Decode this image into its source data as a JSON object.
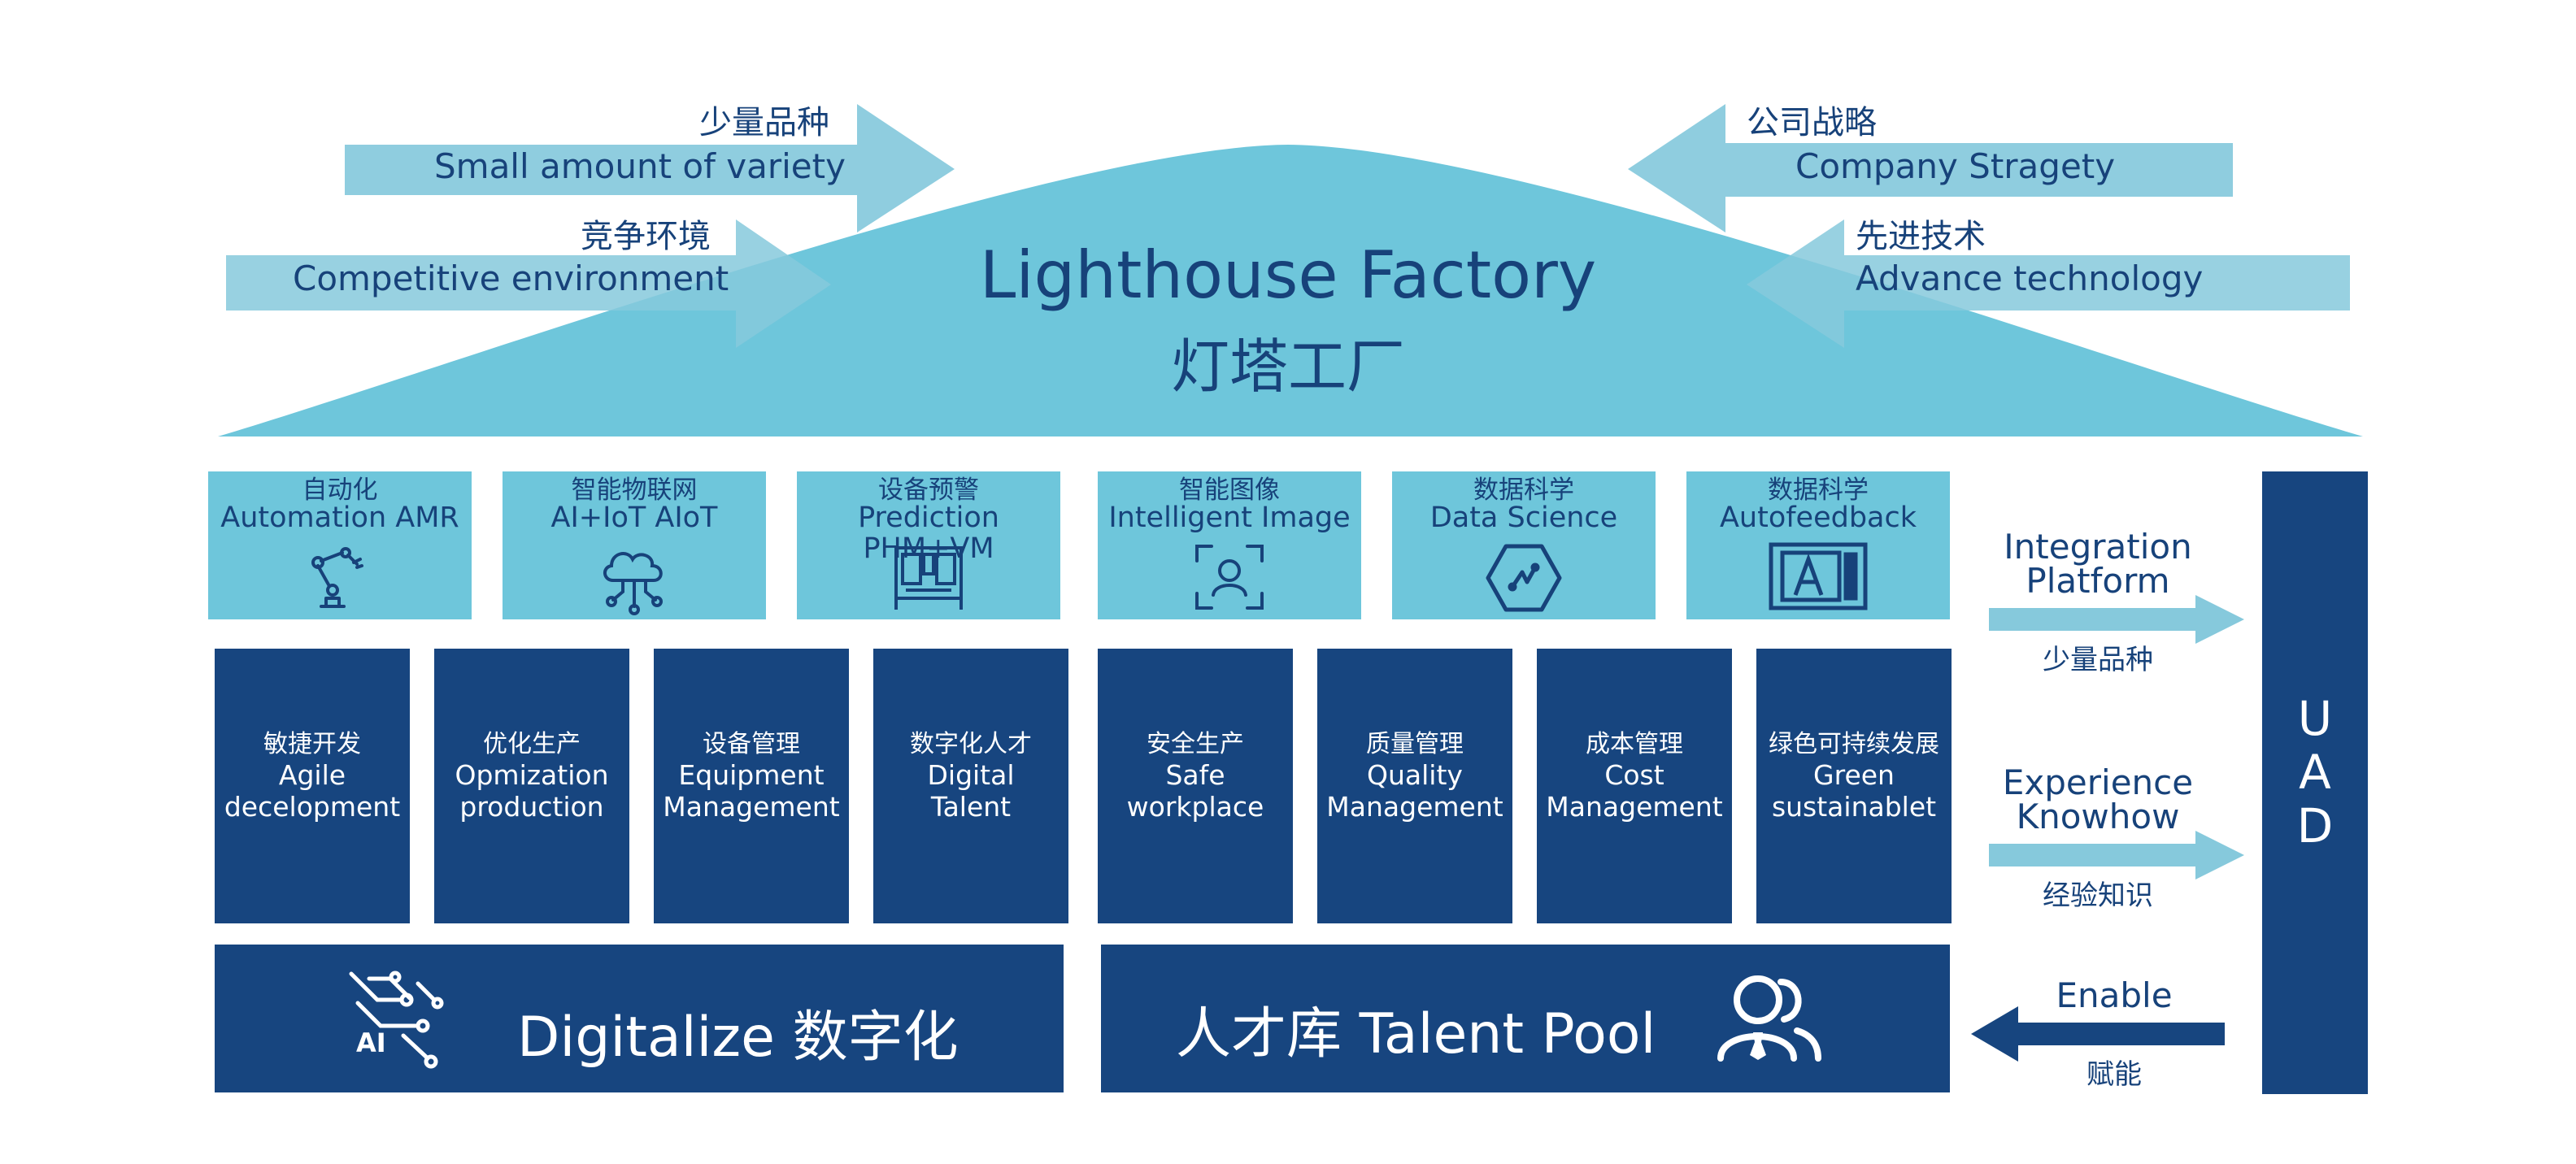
{
  "title": {
    "en": "Lighthouse Factory",
    "zh": "灯塔工厂"
  },
  "drivers": [
    {
      "zh": "少量品种",
      "en": "Small amount of variety"
    },
    {
      "zh": "竞争环境",
      "en": "Competitive environment"
    },
    {
      "zh": "公司战略",
      "en": "Company Stragety"
    },
    {
      "zh": "先进技术",
      "en": "Advance technology"
    }
  ],
  "tiles": [
    {
      "zh": "自动化",
      "en": "Automation AMR",
      "icon": "robot-arm-icon"
    },
    {
      "zh": "智能物联网",
      "en": "AI+IoT  AIoT",
      "icon": "cloud-network-icon"
    },
    {
      "zh": "设备预警",
      "en": "Prediction PHM+VM",
      "icon": "machine-icon"
    },
    {
      "zh": "智能图像",
      "en": "Intelligent  Image",
      "icon": "face-scan-icon"
    },
    {
      "zh": "数据科学",
      "en": "Data  Science",
      "icon": "hexagon-graph-icon"
    },
    {
      "zh": "数据科学",
      "en": "Autofeedback",
      "icon": "ai-screen-icon"
    }
  ],
  "pillars": [
    {
      "zh": "敏捷开发",
      "en1": "Agile",
      "en2": "decelopment"
    },
    {
      "zh": "优化生产",
      "en1": "Opmization",
      "en2": "production"
    },
    {
      "zh": "设备管理",
      "en1": "Equipment",
      "en2": "Management"
    },
    {
      "zh": "数字化人才",
      "en1": "Digital",
      "en2": "Talent"
    },
    {
      "zh": "安全生产",
      "en1": "Safe",
      "en2": "workplace"
    },
    {
      "zh": "质量管理",
      "en1": "Quality",
      "en2": "Management"
    },
    {
      "zh": "成本管理",
      "en1": "Cost",
      "en2": "Management"
    },
    {
      "zh": "绿色可持续发展",
      "en1": "Green",
      "en2": "sustainablet"
    }
  ],
  "foundation": {
    "digitalize": "Digitalize  数字化",
    "talent": "人才库  Talent Pool",
    "ai_mark": "AI"
  },
  "side": {
    "integration": {
      "line1": "Integration",
      "line2": "Platform",
      "zh": "少量品种"
    },
    "experience": {
      "line1": "Experience",
      "line2": "Knowhow",
      "zh": "经验知识"
    },
    "enable": {
      "en": "Enable",
      "zh": "赋能"
    },
    "uad": [
      "U",
      "A",
      "D"
    ]
  },
  "colors": {
    "navy": "#17457f",
    "light_blue": "#6ec6db",
    "arrow_blue": "#86c9dc",
    "text_navy": "#17427a"
  }
}
